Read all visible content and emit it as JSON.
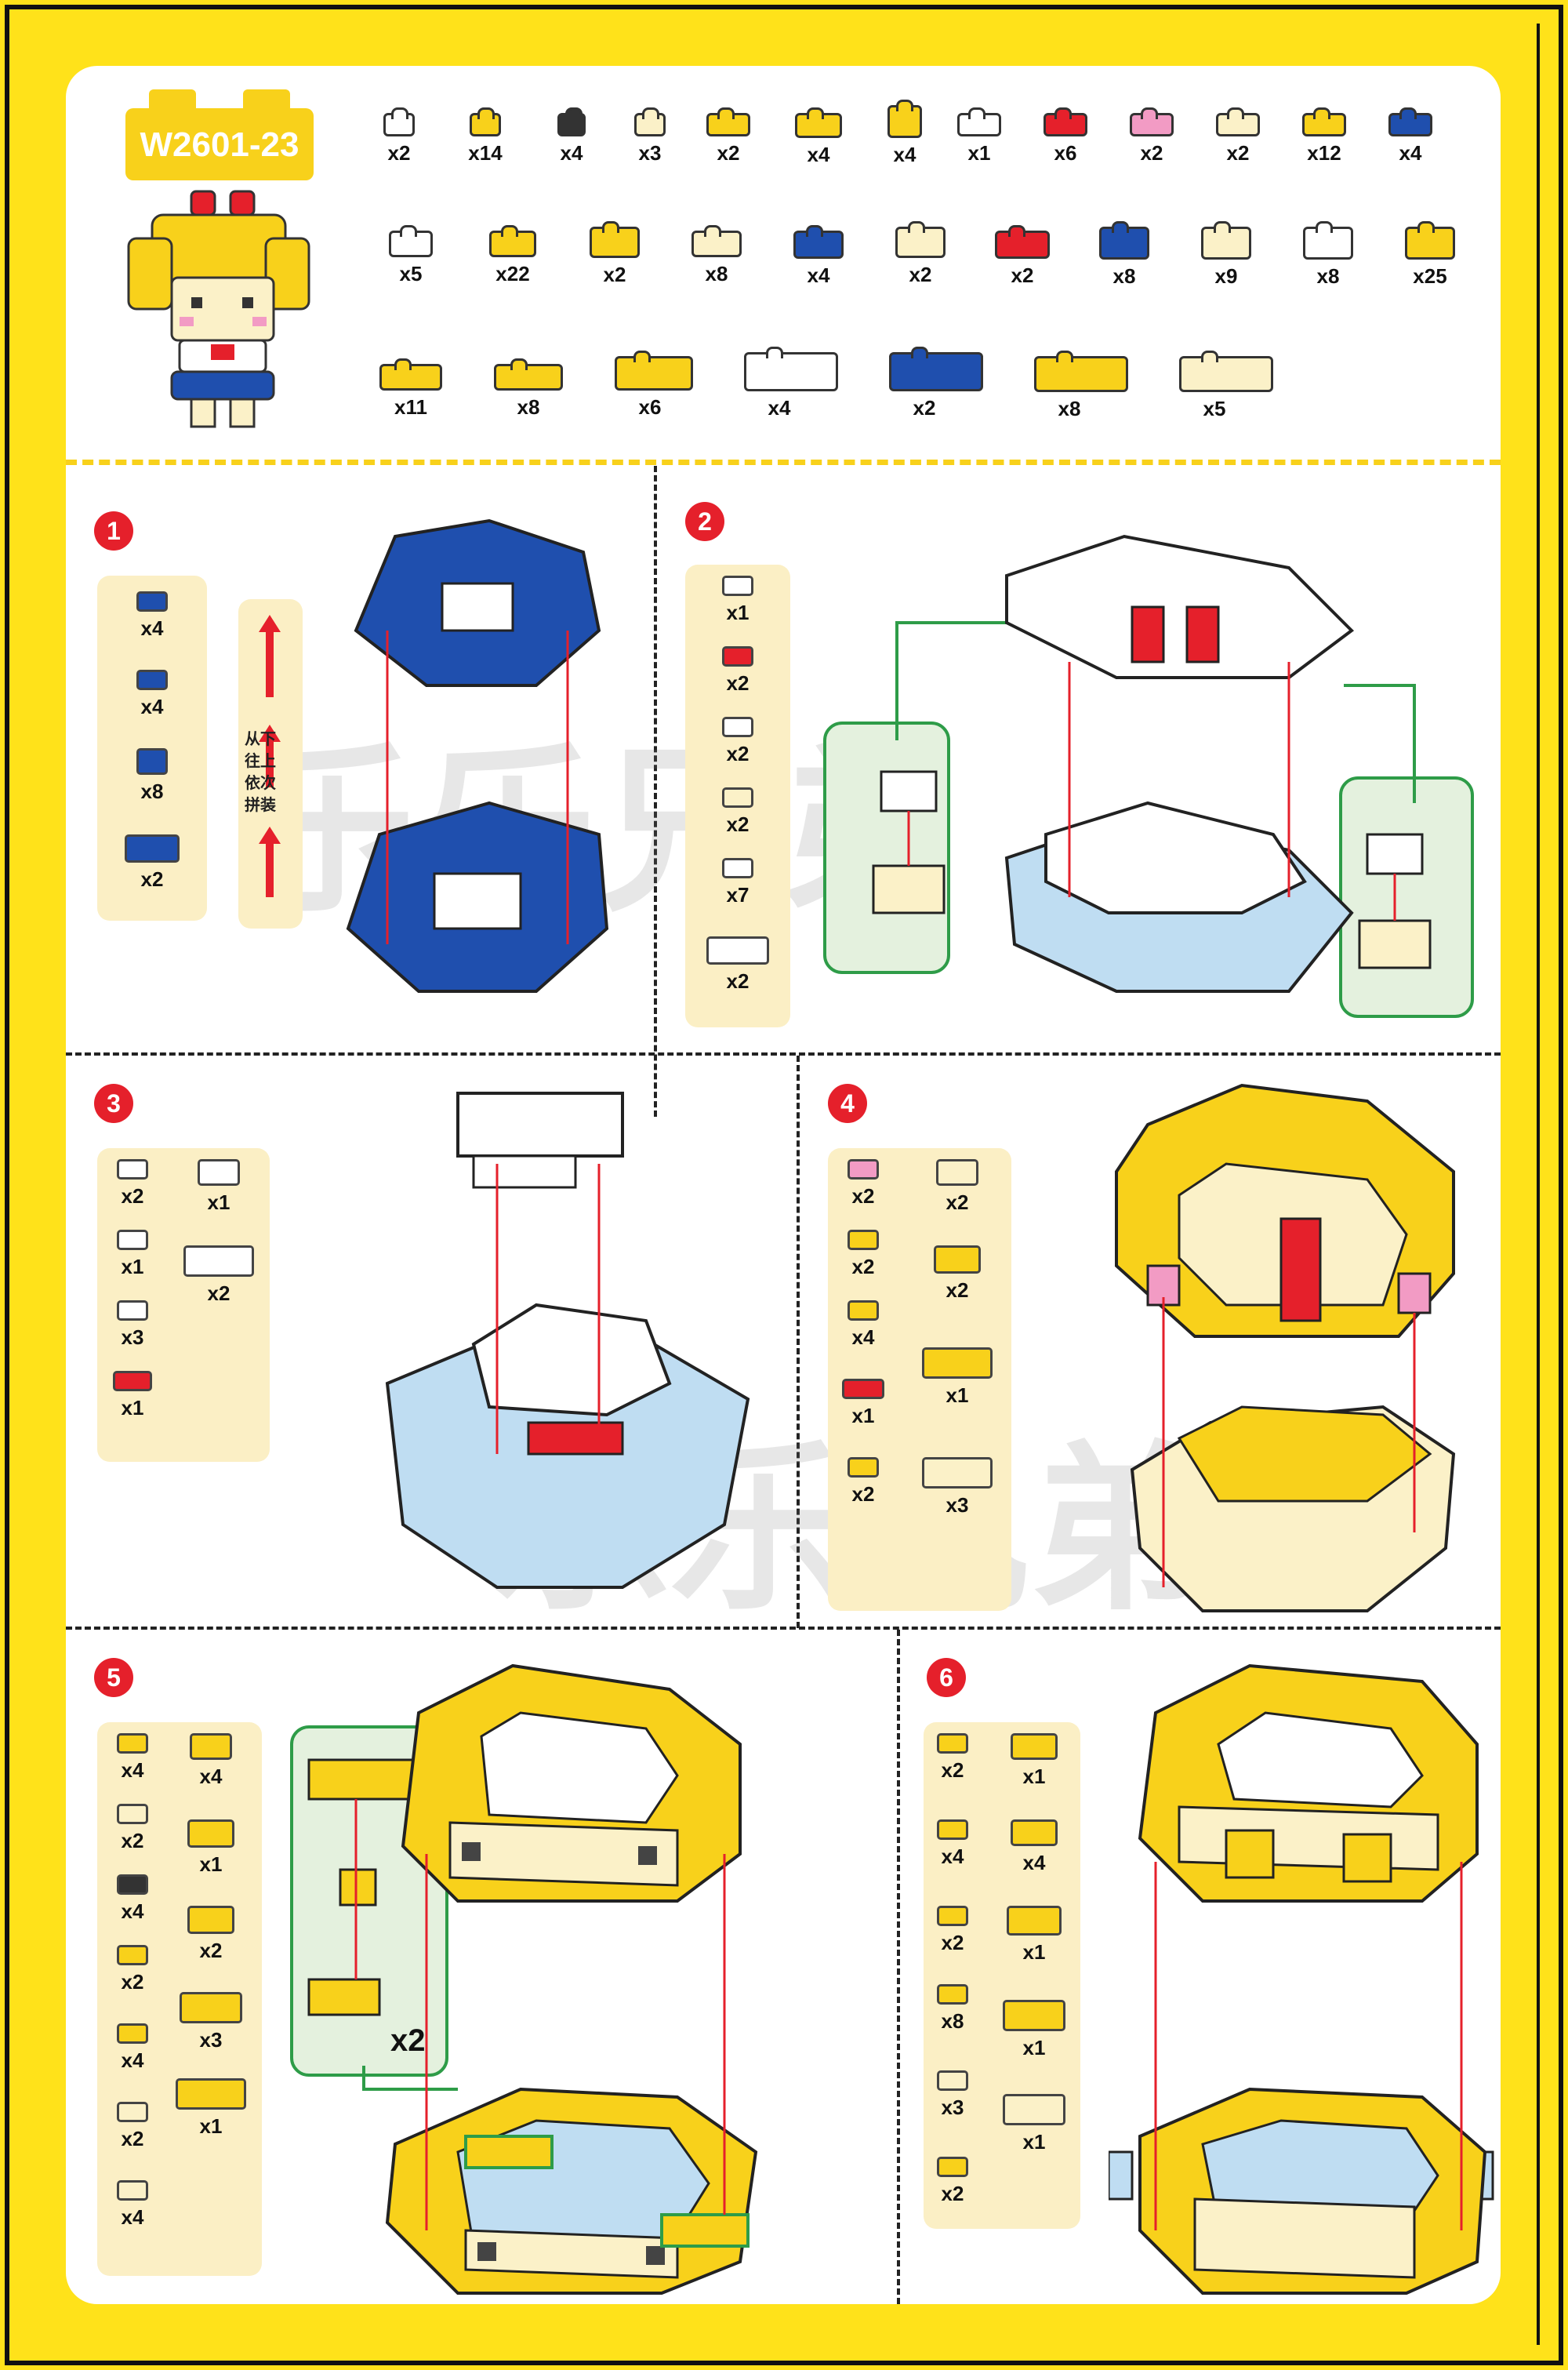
{
  "model_code": "W2601-23",
  "parts": [
    {
      "qty": "x2",
      "color": "#FFFFFF"
    },
    {
      "qty": "x14",
      "color": "#F8D11B"
    },
    {
      "qty": "x4",
      "color": "#333333"
    },
    {
      "qty": "x3",
      "color": "#FBF1C8"
    },
    {
      "qty": "x2",
      "color": "#F8D11B"
    },
    {
      "qty": "x4",
      "color": "#F8D11B"
    },
    {
      "qty": "x4",
      "color": "#F8D11B"
    },
    {
      "qty": "x1",
      "color": "#FFFFFF"
    },
    {
      "qty": "x6",
      "color": "#E5202B"
    },
    {
      "qty": "x2",
      "color": "#F29BC4"
    },
    {
      "qty": "x2",
      "color": "#FBF1C8"
    },
    {
      "qty": "x12",
      "color": "#F8D11B"
    },
    {
      "qty": "x4",
      "color": "#1F4FAE"
    },
    {
      "qty": "x5",
      "color": "#FFFFFF"
    },
    {
      "qty": "x22",
      "color": "#F8D11B"
    },
    {
      "qty": "x2",
      "color": "#F8D11B"
    },
    {
      "qty": "x8",
      "color": "#FBF1C8"
    },
    {
      "qty": "x4",
      "color": "#1F4FAE"
    },
    {
      "qty": "x2",
      "color": "#FBF1C8"
    },
    {
      "qty": "x2",
      "color": "#E5202B"
    },
    {
      "qty": "x8",
      "color": "#1F4FAE"
    },
    {
      "qty": "x9",
      "color": "#FBF1C8"
    },
    {
      "qty": "x8",
      "color": "#FFFFFF"
    },
    {
      "qty": "x25",
      "color": "#F8D11B"
    },
    {
      "qty": "x11",
      "color": "#F8D11B"
    },
    {
      "qty": "x8",
      "color": "#F8D11B"
    },
    {
      "qty": "x6",
      "color": "#F8D11B"
    },
    {
      "qty": "x4",
      "color": "#FFFFFF"
    },
    {
      "qty": "x2",
      "color": "#1F4FAE"
    },
    {
      "qty": "x8",
      "color": "#F8D11B"
    },
    {
      "qty": "x5",
      "color": "#FBF1C8"
    }
  ],
  "steps": [
    {
      "number": "1",
      "items": [
        {
          "qty": "x4",
          "color": "#1F4FAE"
        },
        {
          "qty": "x4",
          "color": "#1F4FAE"
        },
        {
          "qty": "x8",
          "color": "#1F4FAE"
        },
        {
          "qty": "x2",
          "color": "#1F4FAE"
        }
      ]
    },
    {
      "number": "2",
      "items": [
        {
          "qty": "x1",
          "color": "#FFFFFF"
        },
        {
          "qty": "x2",
          "color": "#E5202B"
        },
        {
          "qty": "x2",
          "color": "#FFFFFF"
        },
        {
          "qty": "x2",
          "color": "#FBF1C8"
        },
        {
          "qty": "x7",
          "color": "#FFFFFF"
        },
        {
          "qty": "x2",
          "color": "#FFFFFF"
        }
      ]
    },
    {
      "number": "3",
      "items": [
        {
          "qty": "x2",
          "color": "#FFFFFF"
        },
        {
          "qty": "x1",
          "color": "#FFFFFF"
        },
        {
          "qty": "x3",
          "color": "#FFFFFF"
        },
        {
          "qty": "x1",
          "color": "#E5202B"
        },
        {
          "qty": "x1",
          "color": "#FFFFFF"
        },
        {
          "qty": "x2",
          "color": "#FFFFFF"
        }
      ]
    },
    {
      "number": "4",
      "items": [
        {
          "qty": "x2",
          "color": "#F29BC4"
        },
        {
          "qty": "x2",
          "color": "#F8D11B"
        },
        {
          "qty": "x4",
          "color": "#F8D11B"
        },
        {
          "qty": "x1",
          "color": "#E5202B"
        },
        {
          "qty": "x2",
          "color": "#F8D11B"
        },
        {
          "qty": "x2",
          "color": "#FBF1C8"
        },
        {
          "qty": "x2",
          "color": "#F8D11B"
        },
        {
          "qty": "x1",
          "color": "#F8D11B"
        },
        {
          "qty": "x3",
          "color": "#FBF1C8"
        }
      ]
    },
    {
      "number": "5",
      "items": [
        {
          "qty": "x4",
          "color": "#F8D11B"
        },
        {
          "qty": "x2",
          "color": "#FBF1C8"
        },
        {
          "qty": "x4",
          "color": "#333333"
        },
        {
          "qty": "x2",
          "color": "#F8D11B"
        },
        {
          "qty": "x4",
          "color": "#F8D11B"
        },
        {
          "qty": "x2",
          "color": "#FBF1C8"
        },
        {
          "qty": "x4",
          "color": "#FBF1C8"
        },
        {
          "qty": "x4",
          "color": "#F8D11B"
        },
        {
          "qty": "x1",
          "color": "#F8D11B"
        },
        {
          "qty": "x2",
          "color": "#F8D11B"
        },
        {
          "qty": "x3",
          "color": "#F8D11B"
        },
        {
          "qty": "x1",
          "color": "#F8D11B"
        }
      ]
    },
    {
      "number": "6",
      "items": [
        {
          "qty": "x2",
          "color": "#F8D11B"
        },
        {
          "qty": "x4",
          "color": "#F8D11B"
        },
        {
          "qty": "x2",
          "color": "#F8D11B"
        },
        {
          "qty": "x8",
          "color": "#F8D11B"
        },
        {
          "qty": "x3",
          "color": "#FBF1C8"
        },
        {
          "qty": "x2",
          "color": "#F8D11B"
        },
        {
          "qty": "x1",
          "color": "#F8D11B"
        },
        {
          "qty": "x4",
          "color": "#F8D11B"
        },
        {
          "qty": "x1",
          "color": "#F8D11B"
        },
        {
          "qty": "x1",
          "color": "#F8D11B"
        },
        {
          "qty": "x1",
          "color": "#FBF1C8"
        }
      ]
    }
  ],
  "step1_instruction": "从下往上依次拼装",
  "step5_multiplier": "x2",
  "watermark": "乐乐兄弟",
  "colors": {
    "frame": "#FFE21A",
    "accent_red": "#E5202B",
    "green": "#2E9C48",
    "panel": "#FBEFC5"
  }
}
